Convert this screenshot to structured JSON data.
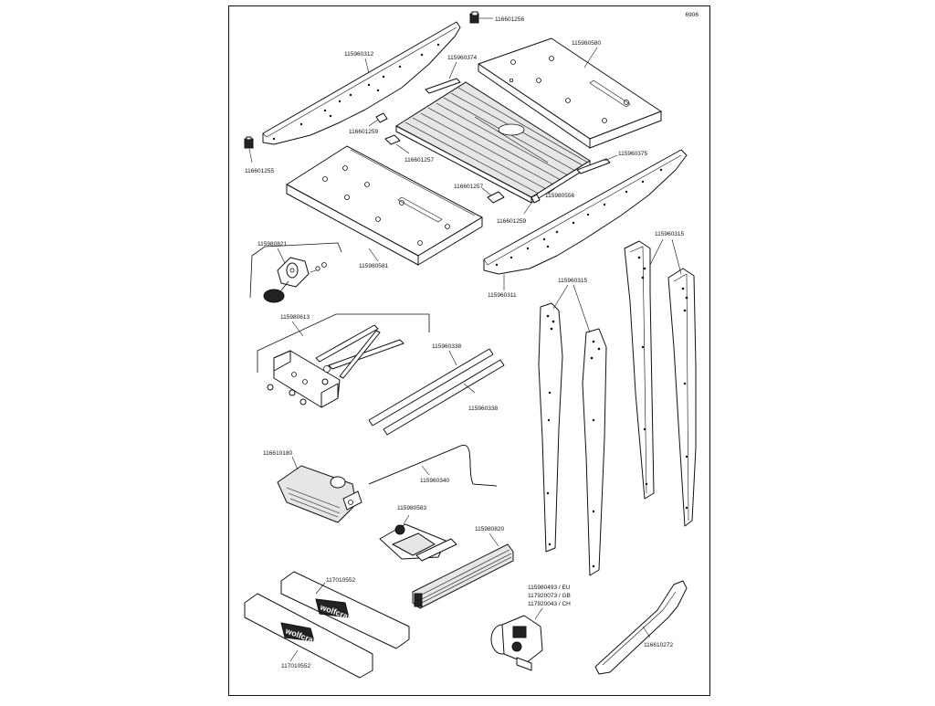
{
  "sheet": {
    "number": "6906"
  },
  "parts": {
    "p116601256": "116601256",
    "p115960312": "115960312",
    "p115960374": "115960374",
    "p115980580": "115980580",
    "p116601259a": "116601259",
    "p116601255": "116601255",
    "p116601257a": "116601257",
    "p115960375": "115960375",
    "p116601257b": "116601257",
    "p115980556": "115980556",
    "p116601259b": "116601259",
    "p115980581": "115980581",
    "p115960311": "115960311",
    "p115980821": "115980821",
    "p115960315a": "115960315",
    "p115960315b": "115960315",
    "p115980613": "115980613",
    "p115960338a": "115960338",
    "p115960338b": "115960338",
    "p116610180": "116610180",
    "p115960340": "115960340",
    "p115980583": "115980583",
    "p115980820": "115980820",
    "p117010552a": "117010552",
    "p117010552b": "117010552",
    "p115980493": "115980493 / EU",
    "p117920073": "117920073 / GB",
    "p117920043": "117920043 / CH",
    "p116610272": "116610272"
  },
  "brand": "wolfcraft"
}
